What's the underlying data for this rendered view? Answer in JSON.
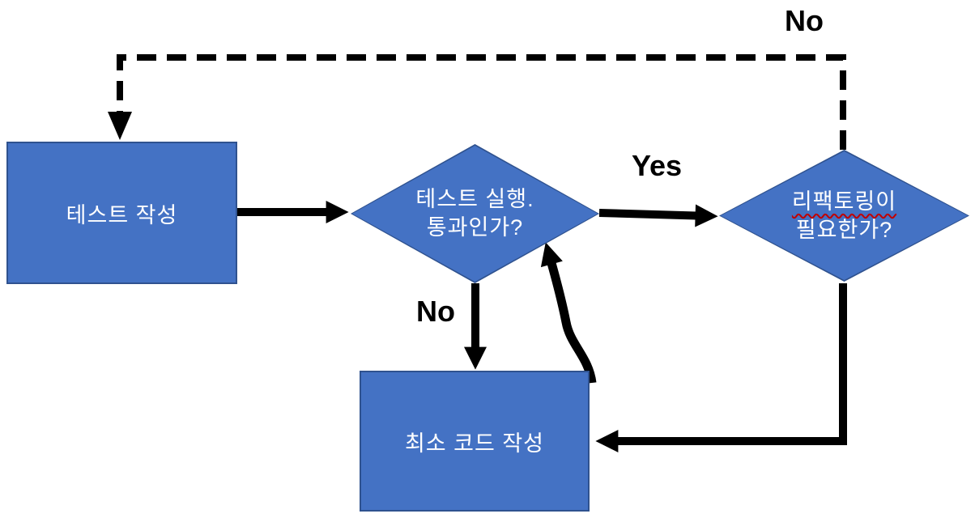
{
  "nodes": {
    "write_test": {
      "label": "테스트 작성"
    },
    "run_test": {
      "line1": "테스트 실행.",
      "line2": "통과인가?"
    },
    "refactoring": {
      "line1": "리팩토링이",
      "line2": "필요한가?"
    },
    "min_code": {
      "label": "최소 코드 작성"
    }
  },
  "edge_labels": {
    "yes": "Yes",
    "no_to_min_code": "No",
    "no_to_write_test": "No"
  },
  "edges": [
    {
      "from": "write_test",
      "to": "run_test",
      "label": "",
      "line_style": "solid"
    },
    {
      "from": "run_test",
      "to": "refactoring",
      "label": "Yes",
      "line_style": "solid"
    },
    {
      "from": "run_test",
      "to": "min_code",
      "label": "No",
      "line_style": "solid"
    },
    {
      "from": "min_code",
      "to": "run_test",
      "label": "",
      "line_style": "solid-curved"
    },
    {
      "from": "refactoring",
      "to": "min_code",
      "label": "",
      "line_style": "solid"
    },
    {
      "from": "refactoring",
      "to": "write_test",
      "label": "No",
      "line_style": "dashed"
    }
  ],
  "colors": {
    "node_fill": "#4472C4",
    "node_border": "#2F528F",
    "node_text": "#FFFFFF",
    "connector": "#000000",
    "label_text": "#000000",
    "spellcheck_underline": "#C00000",
    "background": "#FFFFFF"
  }
}
